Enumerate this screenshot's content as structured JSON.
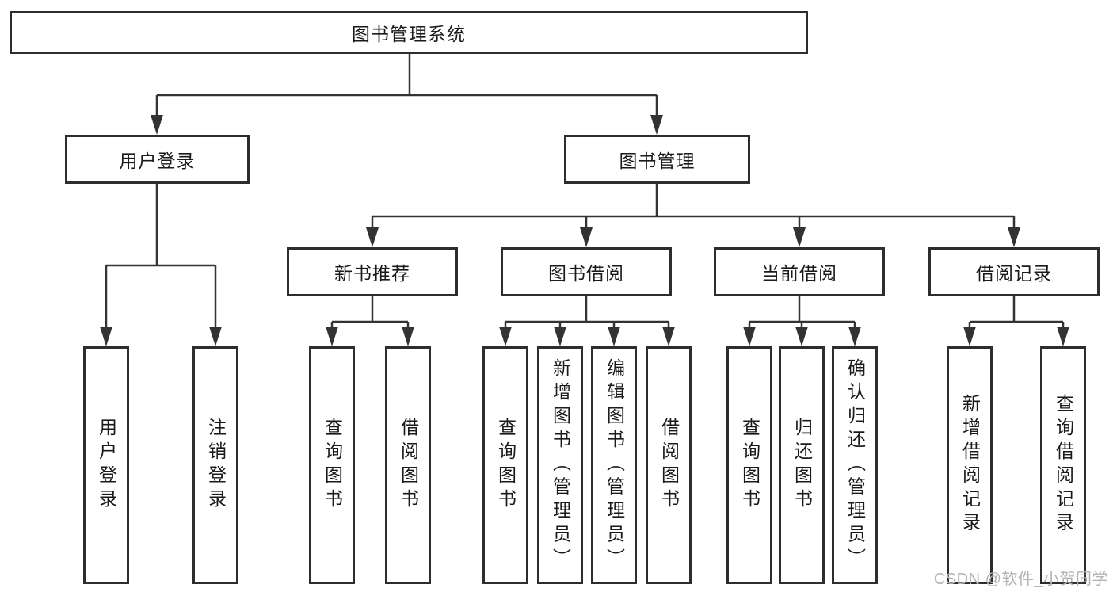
{
  "diagram": {
    "root": "图书管理系统",
    "children": [
      {
        "label": "用户登录",
        "children": [
          "用户登录",
          "注销登录"
        ]
      },
      {
        "label": "图书管理",
        "children": [
          {
            "label": "新书推荐",
            "children": [
              "查询图书",
              "借阅图书"
            ]
          },
          {
            "label": "图书借阅",
            "children": [
              "查询图书",
              "新增图书（管理员）",
              "编辑图书（管理员）",
              "借阅图书"
            ]
          },
          {
            "label": "当前借阅",
            "children": [
              "查询图书",
              "归还图书",
              "确认归还（管理员）"
            ]
          },
          {
            "label": "借阅记录",
            "children": [
              "新增借阅记录",
              "查询借阅记录"
            ]
          }
        ]
      }
    ]
  },
  "watermark": {
    "text": "CSDN @软件_小贺同学",
    "color": "#b3b3b3"
  },
  "colors": {
    "line": "#333333",
    "box_border": "#2d2d2d",
    "text": "#1a1a1a",
    "background": "#ffffff"
  }
}
